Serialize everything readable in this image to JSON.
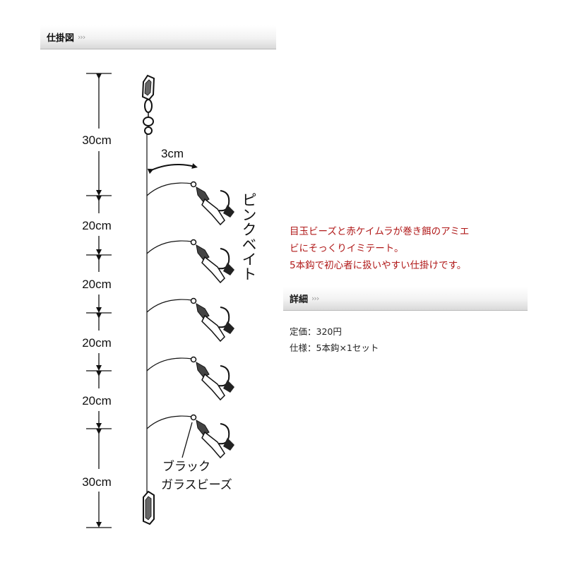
{
  "header_left": {
    "title": "仕掛図",
    "chevron": "›››"
  },
  "header_right": {
    "title": "詳細",
    "chevron": "›››"
  },
  "description": [
    "目玉ビーズと赤ケイムラが巻き餌のアミエ",
    "ビにそっくりイミテート。",
    "5本鈎で初心者に扱いやすい仕掛けです。"
  ],
  "specs": [
    "定価：320円",
    "仕様：5本鈎×1セット"
  ],
  "diagram": {
    "segments": [
      {
        "label": "30cm"
      },
      {
        "label": "20cm"
      },
      {
        "label": "20cm"
      },
      {
        "label": "20cm"
      },
      {
        "label": "20cm"
      },
      {
        "label": "30cm"
      }
    ],
    "branch_length_label": "3cm",
    "bait_label": "ピンクベイト",
    "bead_label_line1": "ブラック",
    "bead_label_line2": "ガラスビーズ",
    "icons": [
      "snap-swivel-icon",
      "hook-icon",
      "snap-icon"
    ]
  }
}
